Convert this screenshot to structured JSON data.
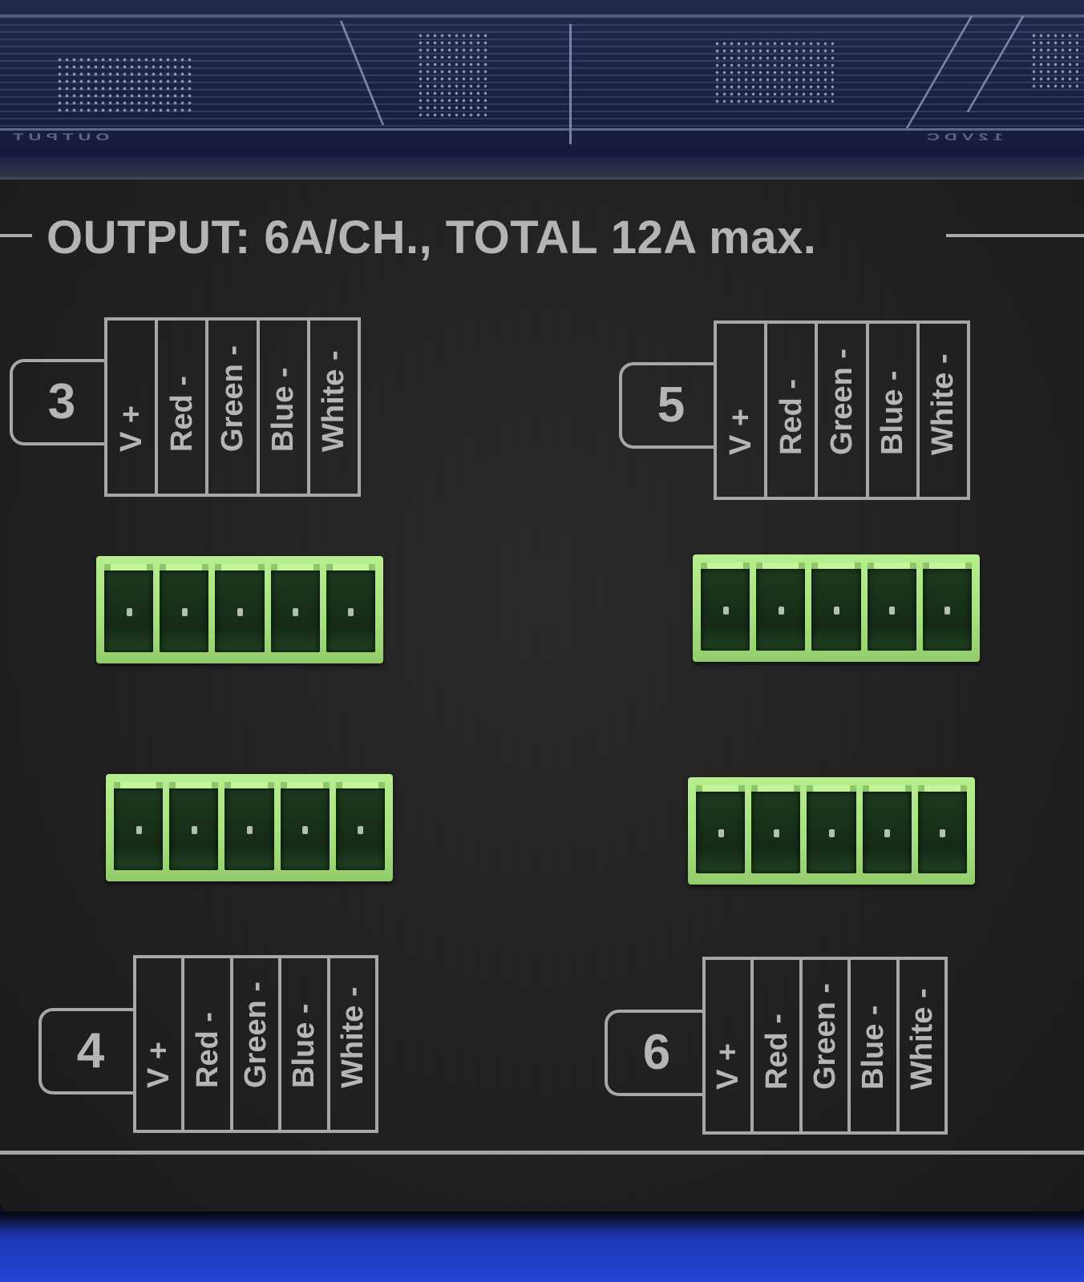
{
  "board": {
    "labels": [
      "OUTPUT",
      "12VDC"
    ]
  },
  "panel": {
    "header": "OUTPUT: 6A/CH., TOTAL 12A max."
  },
  "channels": [
    {
      "number": "3",
      "pins": [
        "V +",
        "Red -",
        "Green -",
        "Blue -",
        "White -"
      ]
    },
    {
      "number": "5",
      "pins": [
        "V +",
        "Red -",
        "Green -",
        "Blue -",
        "White -"
      ]
    },
    {
      "number": "4",
      "pins": [
        "V +",
        "Red -",
        "Green -",
        "Blue -",
        "White -"
      ]
    },
    {
      "number": "6",
      "pins": [
        "V +",
        "Red -",
        "Green -",
        "Blue -",
        "White -"
      ]
    }
  ],
  "colors": {
    "panel": "#222224",
    "silkscreen": "#b5b5b5",
    "terminal_green": "#a6e07e",
    "base_blue": "#2346d6",
    "board_navy": "#1a2045"
  }
}
